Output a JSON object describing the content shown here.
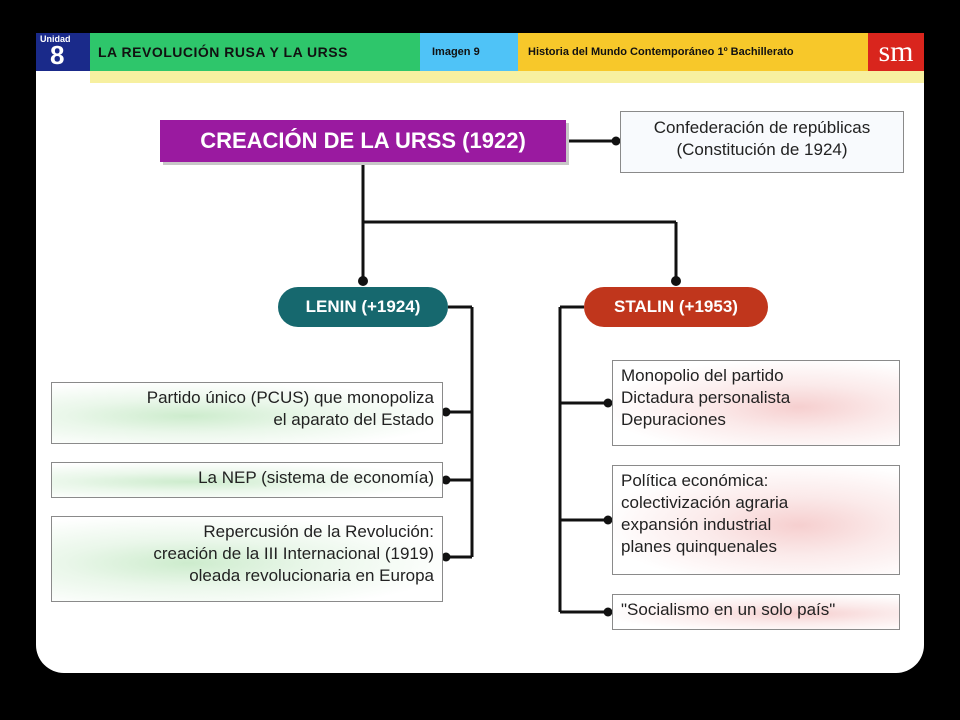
{
  "header": {
    "unit_label": "Unidad",
    "unit_number": "8",
    "title": "LA REVOLUCIÓN RUSA Y LA URSS",
    "image_label": "Imagen 9",
    "book": "Historia del Mundo Contemporáneo 1º Bachillerato",
    "logo": "sm"
  },
  "diagram": {
    "main_title": "CREACIÓN DE LA URSS (1922)",
    "confederation": {
      "line1": "Confederación de repúblicas",
      "line2": "(Constitución de 1924)"
    },
    "lenin": {
      "label": "LENIN (+1924)",
      "items": [
        {
          "line1": "Partido único (PCUS) que monopoliza",
          "line2": "el aparato del Estado"
        },
        {
          "line1": "La NEP (sistema de economía)"
        },
        {
          "line1": "Repercusión de la Revolución:",
          "line2": "creación de la III Internacional (1919)",
          "line3": "oleada revolucionaria en Europa"
        }
      ]
    },
    "stalin": {
      "label": "STALIN (+1953)",
      "items": [
        {
          "line1": "Monopolio del partido",
          "line2": "Dictadura personalista",
          "line3": "Depuraciones"
        },
        {
          "line1": "Política económica:",
          "line2": "colectivización agraria",
          "line3": "expansión industrial",
          "line4": "planes quinquenales"
        },
        {
          "line1": "\"Socialismo en un solo país\""
        }
      ]
    }
  },
  "colors": {
    "unit_bg": "#1a2a8a",
    "title_bg": "#2ec66b",
    "image_bg": "#4fc3f7",
    "book_bg": "#f7c82a",
    "logo_bg": "#d9251d",
    "main_title_bg": "#9a1aa0",
    "lenin_bg": "#16686e",
    "stalin_bg": "#c0361c"
  }
}
